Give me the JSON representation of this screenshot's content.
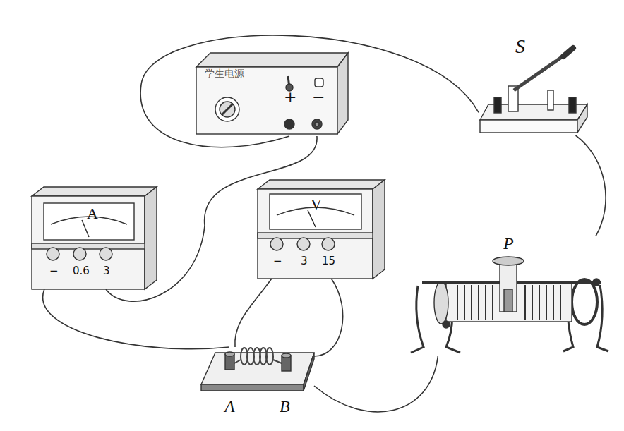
{
  "diagram": {
    "nodes": [
      {
        "text": [
          "学生电源",
          "+",
          "−"
        ]
      },
      {
        "text": [
          "S"
        ]
      },
      {
        "text": [
          "A",
          "−",
          "0.6",
          "3"
        ]
      },
      {
        "text": [
          "V",
          "−",
          "3",
          "15"
        ]
      },
      {
        "text": [
          "P"
        ]
      },
      {
        "text": [
          "A",
          "B"
        ]
      }
    ],
    "edges": [
      {
        "from": 0,
        "to": 1,
        "arrow": "none"
      },
      {
        "from": 0,
        "to": 2,
        "arrow": "none"
      },
      {
        "from": 2,
        "to": 5,
        "arrow": "none"
      },
      {
        "from": 3,
        "to": 5,
        "arrow": "none"
      },
      {
        "from": 3,
        "to": 5,
        "arrow": "none"
      },
      {
        "from": 5,
        "to": 4,
        "arrow": "none"
      },
      {
        "from": 4,
        "to": 1,
        "arrow": "none"
      }
    ]
  }
}
